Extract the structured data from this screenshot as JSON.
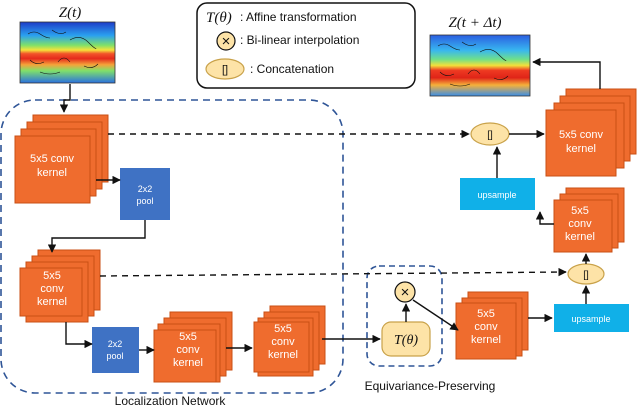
{
  "legend": {
    "affine_symbol": "T(θ)",
    "affine_text": ": Affine transformation",
    "interp_symbol": "×",
    "interp_text": ": Bi-linear interpolation",
    "concat_symbol": "[]",
    "concat_text": ": Concatenation"
  },
  "inputs": {
    "input_label": "Z(t)",
    "output_label": "Z(t + Δt)"
  },
  "blocks": {
    "conv1": [
      "5x5 conv",
      "kernel"
    ],
    "pool1": [
      "2x2",
      "pool"
    ],
    "conv2": [
      "5x5",
      "conv",
      "kernel"
    ],
    "pool2": [
      "2x2",
      "pool"
    ],
    "conv3": [
      "5x5",
      "conv",
      "kernel"
    ],
    "conv4": [
      "5x5",
      "conv",
      "kernel"
    ],
    "affine": "T(θ)",
    "interp": "×",
    "conv5": [
      "5x5",
      "conv",
      "kernel"
    ],
    "upsample1": "upsample",
    "concat1": "[]",
    "conv6": [
      "5x5",
      "conv",
      "kernel"
    ],
    "upsample2": "upsample",
    "concat2": "[]",
    "conv7": [
      "5x5 conv",
      "kernel"
    ]
  },
  "regions": {
    "localization": "Localization Network",
    "equivariance": "Equivariance-Preserving"
  },
  "colors": {
    "conv": "#ef6c2e",
    "conv_stroke": "#c84f14",
    "pool": "#3f72c4",
    "upsample": "#10b0e8",
    "concat_fill": "#fde3a7",
    "concat_stroke": "#c9a24a",
    "region_border": "#2f5597"
  }
}
